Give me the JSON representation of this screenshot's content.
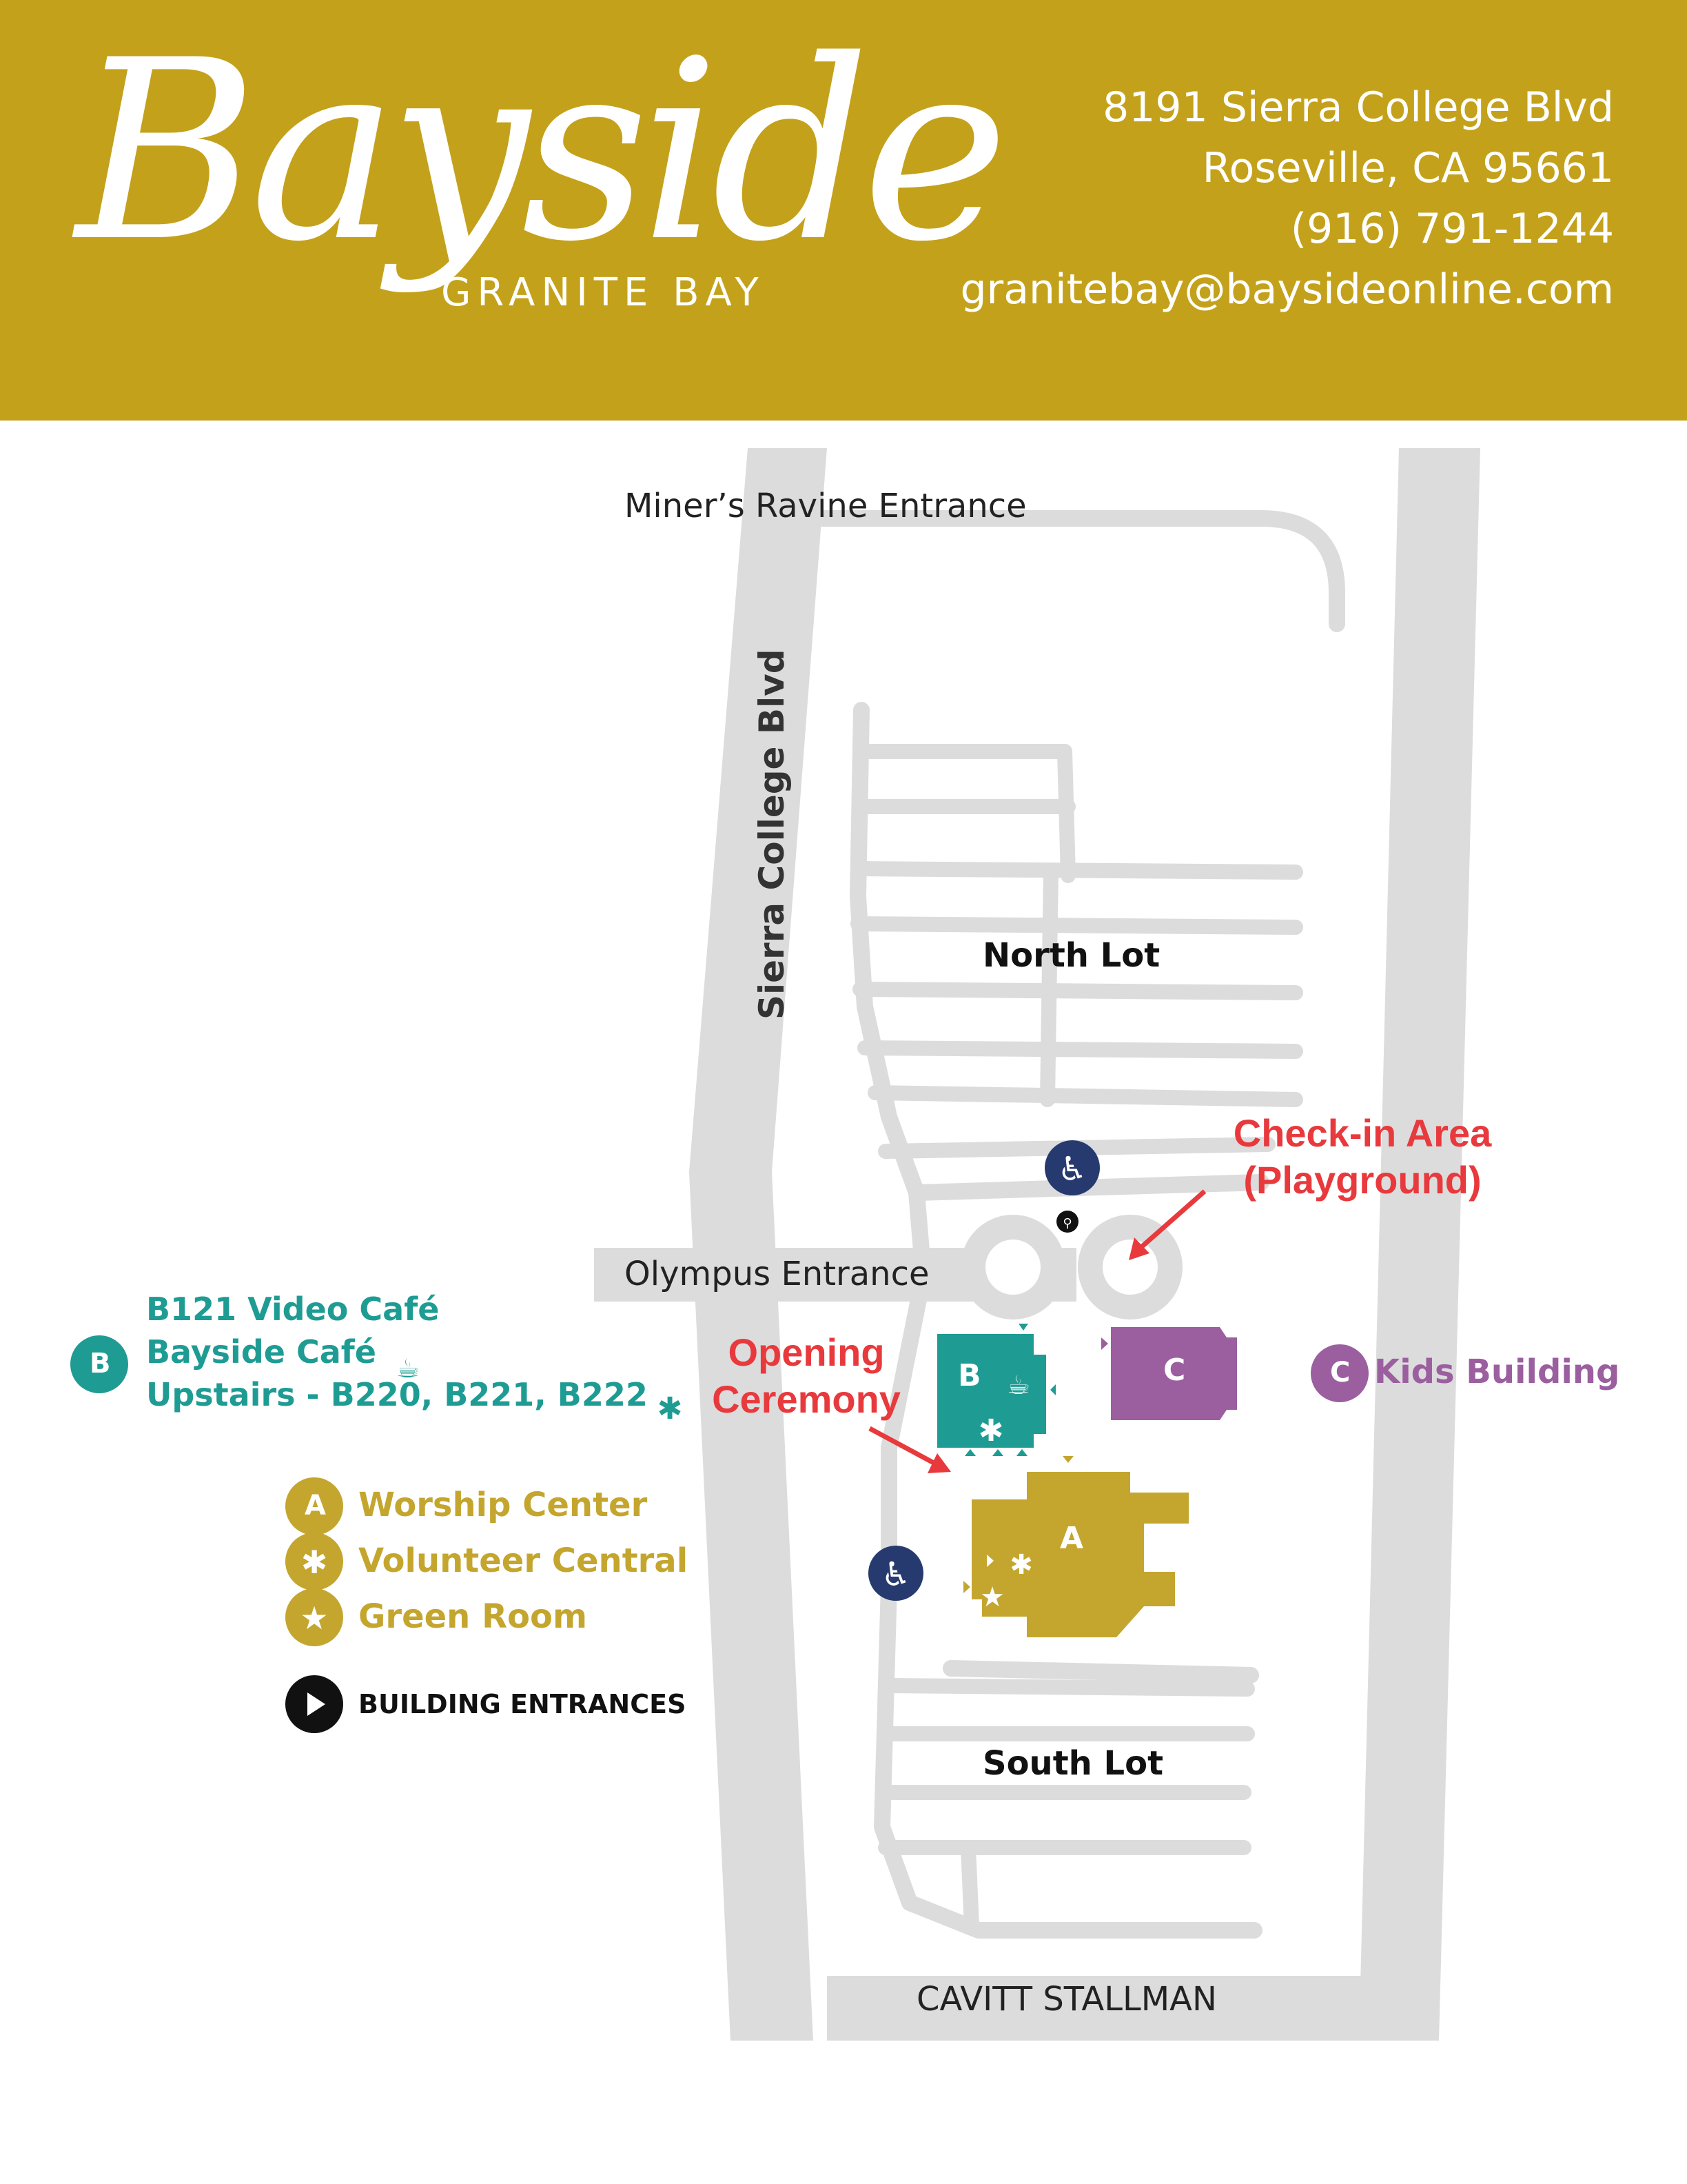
{
  "header": {
    "logo_script": "Bayside",
    "logo_subtitle": "GRANITE BAY",
    "address_line1": "8191 Sierra College Blvd",
    "address_line2": "Roseville, CA 95661",
    "phone": "(916) 791-1244",
    "email": "granitebay@baysideonline.com",
    "color": "#c4a11b"
  },
  "map": {
    "roads": {
      "north_entrance": "Miner’s Ravine Entrance",
      "main_road": "Sierra College Blvd",
      "middle_entrance": "Olympus Entrance",
      "south_road": "CAVITT STALLMAN"
    },
    "lots": {
      "north": "North Lot",
      "south": "South Lot"
    },
    "annotations": {
      "checkin_line1": "Check-in Area",
      "checkin_line2": "(Playground)",
      "opening_line1": "Opening",
      "opening_line2": "Ceremony"
    },
    "buildings": {
      "a_letter": "A",
      "b_letter": "B",
      "c_letter": "C"
    }
  },
  "legend": {
    "b_badge": "B",
    "b_line1": "B121 Video Café",
    "b_line2": "Bayside Café",
    "b_line3": "Upstairs - B220, B221, B222",
    "c_badge": "C",
    "c_label": "Kids Building",
    "a_badge": "A",
    "a_label": "Worship Center",
    "volunteer_label": "Volunteer Central",
    "green_label": "Green Room",
    "entrances_label": "BUILDING ENTRANCES"
  },
  "colors": {
    "road": "#dcdcdc",
    "teal": "#1e9c94",
    "gold": "#c4a62f",
    "purple": "#9b5fa0",
    "navy": "#273a6f",
    "red": "#e8393d"
  }
}
